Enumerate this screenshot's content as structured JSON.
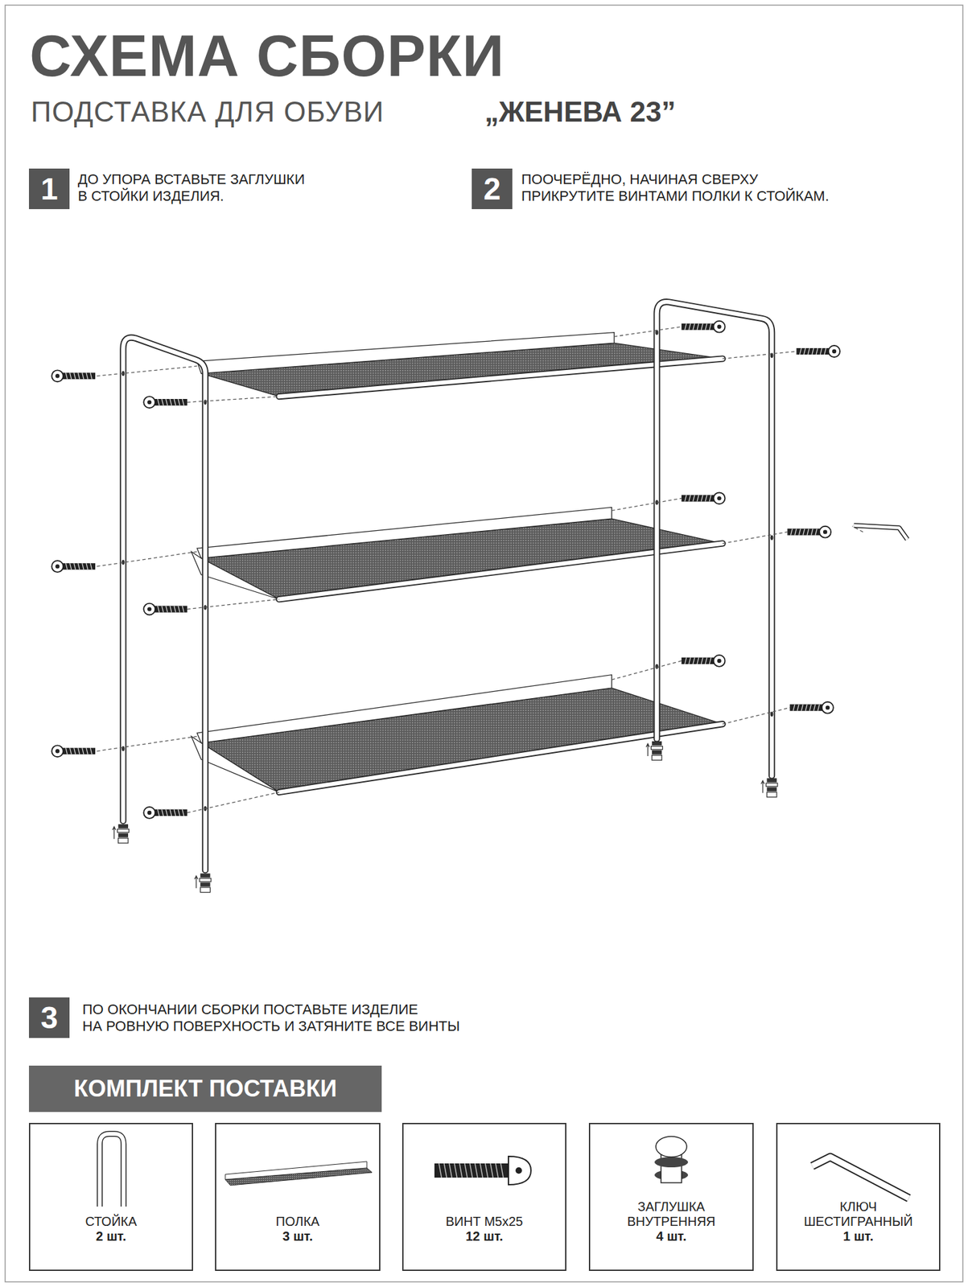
{
  "diagram": {
    "title": "СХЕМА СБОРКИ",
    "nodes": [
      {
        "text": [
          "1"
        ]
      },
      {
        "text": [
          "2"
        ]
      },
      {
        "text": [
          "3"
        ]
      },
      {
        "text": [
          "КОМПЛЕКТ ПОСТАВКИ"
        ]
      },
      {
        "text": [
          "СТОЙКА",
          "2 шт."
        ]
      },
      {
        "text": [
          "ПОЛКА",
          "3 шт."
        ]
      },
      {
        "text": [
          "ВИНТ М5x25",
          "12 шт."
        ]
      },
      {
        "text": [
          "ЗАГЛУШКА ВНУТРЕННЯЯ",
          "4 шт."
        ]
      },
      {
        "text": [
          "КЛЮЧ ШЕСТИГРАННЫЙ",
          "1 шт."
        ]
      }
    ],
    "labels": [
      "ПОДСТАВКА ДЛЯ ОБУВИ",
      "„ЖЕНЕВА 23”",
      "ДО УПОРА ВСТАВЬТЕ ЗАГЛУШКИ В СТОЙКИ ИЗДЕЛИЯ.",
      "ПООЧЕРЁДНО, НАЧИНАЯ СВЕРХУ ПРИКРУТИТЕ ВИНТАМИ ПОЛКИ К СТОЙКАМ.",
      "ПО ОКОНЧАНИИ СБОРКИ ПОСТАВЬТЕ ИЗДЕЛИЕ НА РОВНУЮ ПОВЕРХНОСТЬ И ЗАТЯНИТЕ ВСЕ ВИНТЫ"
    ]
  }
}
